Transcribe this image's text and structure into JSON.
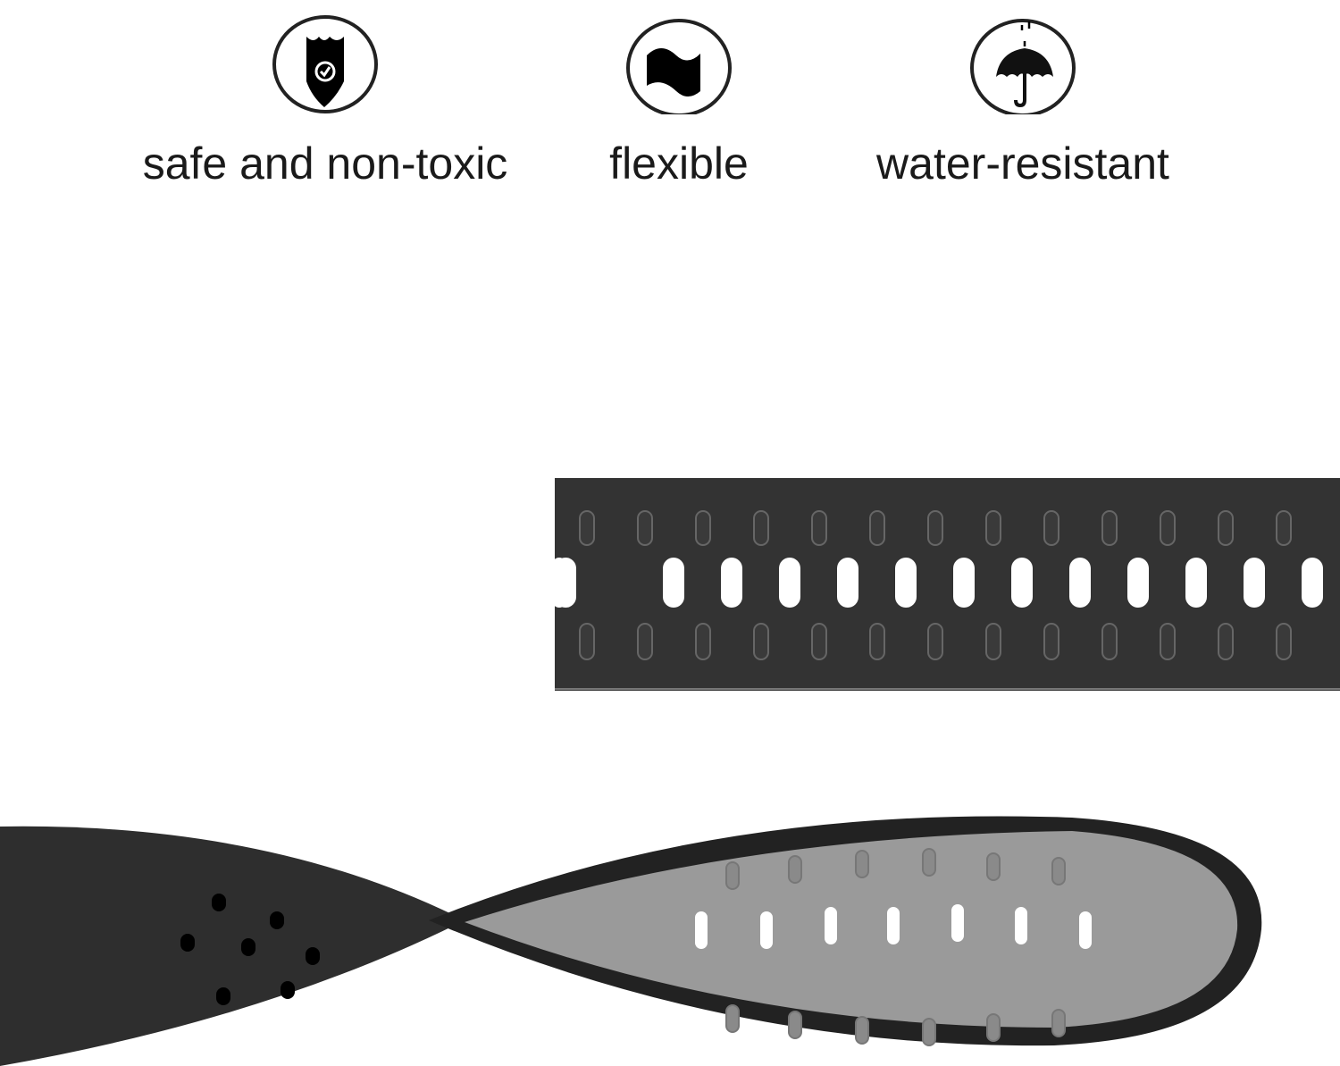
{
  "features": [
    {
      "label": "safe and non-toxic",
      "icon": "shield-check-icon"
    },
    {
      "label": "flexible",
      "icon": "flexible-wave-icon"
    },
    {
      "label": "water-resistant",
      "icon": "umbrella-icon"
    }
  ],
  "colors": {
    "band": "#333333",
    "band_inner": "#9a9a9a",
    "text": "#1a1a1a"
  }
}
